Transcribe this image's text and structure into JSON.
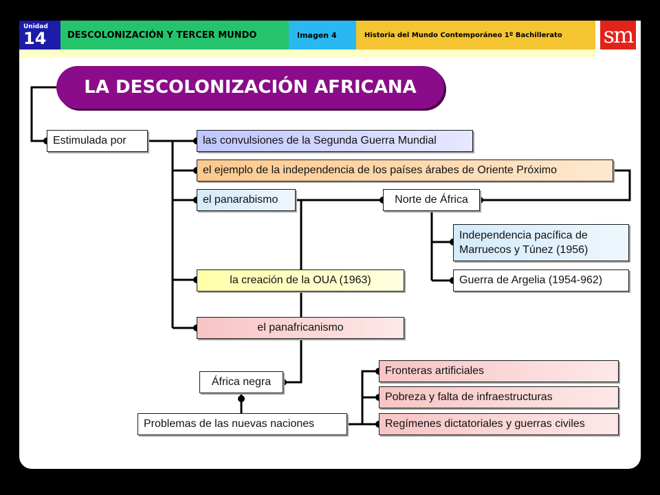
{
  "header": {
    "unit_label": "Unidad",
    "unit_number": "14",
    "topic": "DESCOLONIZACIÓN Y TERCER MUNDO",
    "image_label": "Imagen 4",
    "subject": "Historia del Mundo Contemporáneo 1º Bachillerato",
    "logo": "sm"
  },
  "diagram": {
    "title": "LA DESCOLONIZACIÓN AFRICANA",
    "nodes": {
      "stimulated_by": "Estimulada por",
      "ww2": "las convulsiones de la Segunda Guerra Mundial",
      "arab_example": "el ejemplo de la independencia de los países árabes de Oriente Próximo",
      "panarabism": "el panarabismo",
      "north_africa": "Norte de África",
      "peaceful_independence_line1": "Independencia pacífica de",
      "peaceful_independence_line2": "Marruecos y Túnez (1956)",
      "algeria_war": "Guerra de Argelia (1954-962)",
      "oua": "la creación de la OUA (1963)",
      "panafricanism": "el panafricanismo",
      "black_africa": "África negra",
      "problems": "Problemas de las nuevas naciones",
      "borders": "Fronteras artificiales",
      "poverty": "Pobreza y falta de infraestructuras",
      "dictatorships": "Regímenes dictatoriales y guerras civiles"
    }
  },
  "colors": {
    "title_bg": "#8a0c8a",
    "unit_bg": "#1c1ca8",
    "topic_bg": "#25c46c",
    "image_bg": "#2ab8f0",
    "subject_bg": "#f4c431",
    "logo_bg": "#e2231a"
  }
}
